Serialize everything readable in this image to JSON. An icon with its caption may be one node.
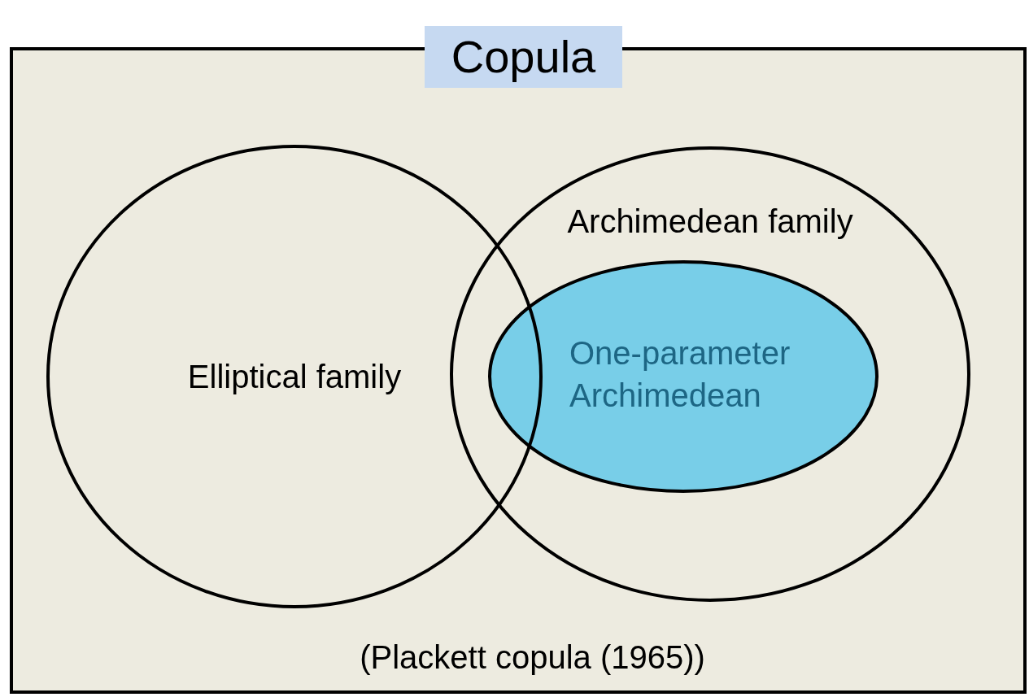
{
  "diagram": {
    "nodes": [
      {
        "text": [
          "Copula"
        ]
      },
      {
        "text": [
          "Elliptical family"
        ],
        "in": 0
      },
      {
        "text": [
          "Archimedean family"
        ],
        "in": 0
      },
      {
        "text": [
          "One-parameter Archimedean"
        ],
        "in": 2
      }
    ],
    "labels": [
      "(Plackett copula (1965))"
    ]
  }
}
